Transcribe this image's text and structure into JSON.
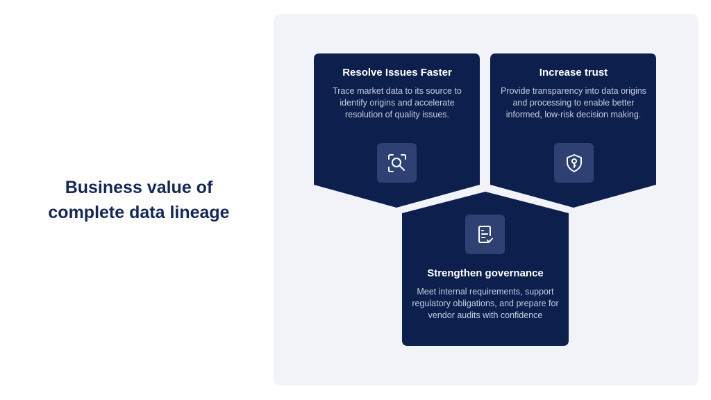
{
  "headline": {
    "line1": "Business value of",
    "line2": "complete data lineage"
  },
  "colors": {
    "card": "#0c1f4d",
    "panel": "#f1f3f8",
    "headline": "#14265c",
    "icon_tile": "#2e4172"
  },
  "cards": [
    {
      "title": "Resolve Issues Faster",
      "description": "Trace market data to its source to identify origins and accelerate resolution of quality issues.",
      "icon": "search-scan-icon"
    },
    {
      "title": "Increase trust",
      "description": "Provide transparency into data origins and processing to enable better informed, low-risk decision making.",
      "icon": "shield-key-icon"
    },
    {
      "title": "Strengthen governance",
      "description": "Meet internal requirements, support regulatory obligations, and prepare for vendor audits with confidence",
      "icon": "document-check-icon"
    }
  ]
}
